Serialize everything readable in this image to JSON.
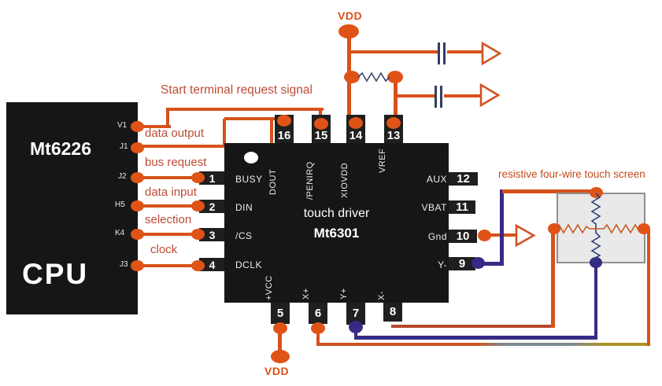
{
  "cpu": {
    "model": "Mt6226",
    "label": "CPU",
    "pins": [
      "V1",
      "J1",
      "J2",
      "H5",
      "K4",
      "J3"
    ]
  },
  "driver": {
    "title_line1": "touch driver",
    "title_line2": "Mt6301",
    "left_pins": [
      {
        "num": "1",
        "name": "BUSY"
      },
      {
        "num": "2",
        "name": "DIN"
      },
      {
        "num": "3",
        "name": "/CS"
      },
      {
        "num": "4",
        "name": "DCLK"
      }
    ],
    "top_pins": [
      {
        "num": "16",
        "name": "DOUT"
      },
      {
        "num": "15",
        "name": "/PENIRQ"
      },
      {
        "num": "14",
        "name": "XIOVDD"
      },
      {
        "num": "13",
        "name": "VREF"
      }
    ],
    "right_pins": [
      {
        "num": "12",
        "name": "AUX"
      },
      {
        "num": "11",
        "name": "VBAT"
      },
      {
        "num": "10",
        "name": "Gnd"
      },
      {
        "num": "9",
        "name": "Y-"
      }
    ],
    "bottom_pins": [
      {
        "num": "5",
        "name": "+VCC"
      },
      {
        "num": "6",
        "name": "X+"
      },
      {
        "num": "7",
        "name": "Y+"
      },
      {
        "num": "8",
        "name": "X-"
      }
    ]
  },
  "signal_labels": {
    "start_request": "Start terminal request signal",
    "data_output": "data output",
    "bus_request": "bus request",
    "data_input": "data input",
    "selection": "selection",
    "clock": "clock"
  },
  "power": {
    "vdd_top": "VDD",
    "vdd_bottom": "VDD"
  },
  "touch_screen": {
    "label": "resistive four-wire touch screen"
  },
  "colors": {
    "wire_orange": "#d6521c",
    "wire_purple": "#372a85",
    "wire_dark_red": "#b5492e",
    "wire_gray": "#7d8a92",
    "wire_olive": "#ac9428",
    "label_red": "#bd4b35",
    "vdd_orange": "#e04f16",
    "navy_component": "#323d63",
    "chip_black": "#161616",
    "screen_fill": "#e9e9e9"
  }
}
